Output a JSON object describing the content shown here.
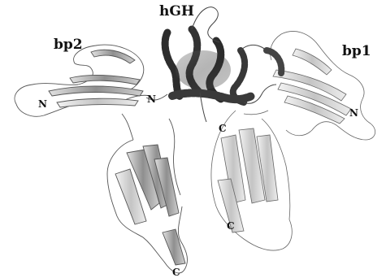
{
  "labels": {
    "hormone": "hGH",
    "receptor_left": "bp2",
    "receptor_right": "bp1",
    "n_left_outer": "N",
    "n_left_inner": "N",
    "n_right": "N",
    "c_center": "C",
    "c_right_lower": "C",
    "c_bottom": "C"
  },
  "colors": {
    "helix": "#3a3a3a",
    "bp2_strand": "#b5b5b5",
    "bp1_strand": "#dcdcdc",
    "outline": "#555555",
    "text": "#111111"
  }
}
